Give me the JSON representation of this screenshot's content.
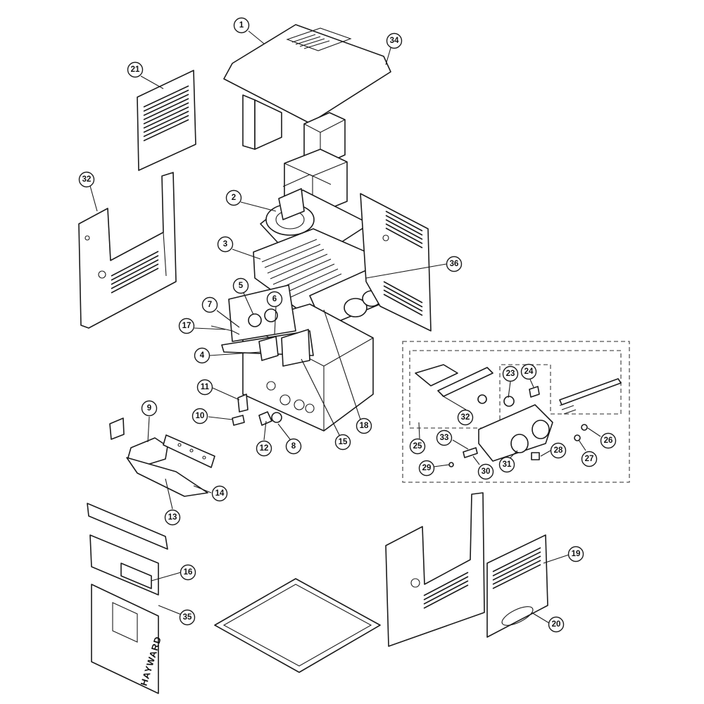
{
  "diagram": {
    "brand_text": "HAYWARD",
    "callouts": [
      "1",
      "34",
      "21",
      "32",
      "2",
      "3",
      "36",
      "5",
      "6",
      "7",
      "17",
      "4",
      "11",
      "10",
      "12",
      "8",
      "15",
      "18",
      "9",
      "14",
      "13",
      "25",
      "23",
      "24",
      "32",
      "26",
      "27",
      "28",
      "29",
      "30",
      "31",
      "33",
      "16",
      "35",
      "19",
      "20"
    ]
  }
}
